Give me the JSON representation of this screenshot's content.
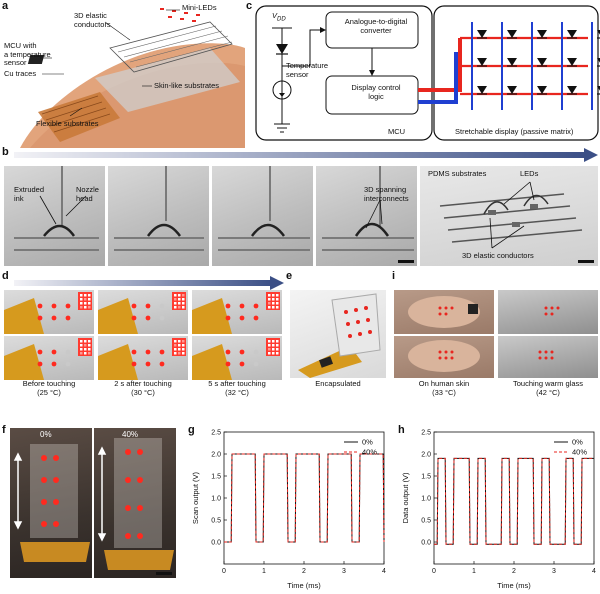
{
  "panel_letters": {
    "a": "a",
    "b": "b",
    "c": "c",
    "d": "d",
    "e": "e",
    "i": "i",
    "f": "f",
    "g": "g",
    "h": "h"
  },
  "panel_a": {
    "labels": {
      "mini_leds": "Mini-LEDs",
      "elastic": "3D elastic\nconductors",
      "mcu": "MCU with\na temperature\nsensor",
      "cu": "Cu traces",
      "skin": "Skin-like substrates",
      "flex": "Flexible substrates"
    }
  },
  "panel_c": {
    "vdd": "V",
    "vdd_sub": "DD",
    "adc": "Analogue-to-digital\nconverter",
    "temp": "Temperature\nsensor",
    "logic": "Display control\nlogic",
    "mcu": "MCU",
    "display": "Stretchable display (passive matrix)",
    "colors": {
      "row": "#e8261f",
      "col": "#1f3fd1",
      "diode": "#111111"
    }
  },
  "panel_b": {
    "extruded": "Extruded\nink",
    "nozzle": "Nozzle\nhead",
    "spanning": "3D spanning\ninterconnects",
    "pdms": "PDMS substrates",
    "leds": "LEDs",
    "conductors": "3D elastic conductors"
  },
  "panel_d": {
    "captions": [
      "Before touching\n(25 °C)",
      "2 s after touching\n(30 °C)",
      "5 s after touching\n(32 °C)"
    ]
  },
  "panel_e": {
    "caption": "Encapsulated"
  },
  "panel_i": {
    "captions": [
      "On human skin\n(33 °C)",
      "Touching warm glass\n(42 °C)"
    ]
  },
  "panel_f": {
    "labels": [
      "0%",
      "40%"
    ]
  },
  "chart_data": [
    {
      "panel": "g",
      "type": "line",
      "xlabel": "Time (ms)",
      "ylabel": "Scan output (V)",
      "xlim": [
        0,
        4
      ],
      "ylim": [
        -0.5,
        2.5
      ],
      "xticks": [
        0,
        1,
        2,
        3,
        4
      ],
      "yticks": [
        0.0,
        0.5,
        1.0,
        1.5,
        2.0,
        2.5
      ],
      "legend_position": "top-right",
      "series": [
        {
          "name": "0%",
          "color": "#111111",
          "dash": false,
          "x": [
            0,
            0.18,
            0.2,
            0.78,
            0.8,
            0.98,
            1.0,
            1.58,
            1.6,
            1.78,
            1.8,
            2.38,
            2.4,
            2.58,
            2.6,
            3.18,
            3.2,
            3.38,
            3.4,
            3.98,
            4.0
          ],
          "y": [
            0,
            0,
            2.0,
            2.0,
            0,
            0,
            2.0,
            2.0,
            0,
            0,
            2.0,
            2.0,
            0,
            0,
            2.0,
            2.0,
            0,
            0,
            2.0,
            2.0,
            0
          ]
        },
        {
          "name": "40%",
          "color": "#e8261f",
          "dash": true,
          "x": [
            0,
            0.18,
            0.2,
            0.78,
            0.8,
            0.98,
            1.0,
            1.58,
            1.6,
            1.78,
            1.8,
            2.38,
            2.4,
            2.58,
            2.6,
            3.18,
            3.2,
            3.38,
            3.4,
            3.98,
            4.0
          ],
          "y": [
            0,
            0,
            2.0,
            2.0,
            0,
            0,
            2.0,
            2.0,
            0,
            0,
            2.0,
            2.0,
            0,
            0,
            2.0,
            2.0,
            0,
            0,
            2.0,
            2.0,
            0
          ]
        }
      ]
    },
    {
      "panel": "h",
      "type": "line",
      "xlabel": "Time (ms)",
      "ylabel": "Data output (V)",
      "xlim": [
        0,
        4
      ],
      "ylim": [
        -0.5,
        2.5
      ],
      "xticks": [
        0,
        1,
        2,
        3,
        4
      ],
      "yticks": [
        0.0,
        0.5,
        1.0,
        1.5,
        2.0,
        2.5
      ],
      "legend_position": "top-right",
      "series": [
        {
          "name": "0%",
          "color": "#111111",
          "dash": false,
          "x": [
            0,
            0.08,
            0.1,
            0.28,
            0.3,
            0.48,
            0.5,
            0.88,
            0.9,
            1.08,
            1.1,
            1.28,
            1.3,
            1.68,
            1.7,
            1.88,
            1.9,
            2.08,
            2.1,
            2.48,
            2.5,
            2.68,
            2.7,
            2.88,
            2.9,
            3.28,
            3.3,
            3.48,
            3.5,
            3.68,
            3.7,
            4.0
          ],
          "y": [
            -0.05,
            -0.05,
            1.9,
            1.9,
            -0.05,
            -0.05,
            1.9,
            1.9,
            -0.05,
            -0.05,
            1.9,
            1.9,
            -0.05,
            -0.05,
            1.9,
            1.9,
            -0.05,
            -0.05,
            1.9,
            1.9,
            -0.05,
            -0.05,
            1.9,
            1.9,
            -0.05,
            -0.05,
            1.9,
            1.9,
            -0.05,
            -0.05,
            1.9,
            1.9
          ]
        },
        {
          "name": "40%",
          "color": "#e8261f",
          "dash": true,
          "x": [
            0,
            0.08,
            0.1,
            0.28,
            0.3,
            0.48,
            0.5,
            0.88,
            0.9,
            1.08,
            1.1,
            1.28,
            1.3,
            1.68,
            1.7,
            1.88,
            1.9,
            2.08,
            2.1,
            2.48,
            2.5,
            2.68,
            2.7,
            2.88,
            2.9,
            3.28,
            3.3,
            3.48,
            3.5,
            3.68,
            3.7,
            4.0
          ],
          "y": [
            -0.05,
            -0.05,
            1.9,
            1.9,
            -0.05,
            -0.05,
            1.9,
            1.9,
            -0.05,
            -0.05,
            1.9,
            1.9,
            -0.05,
            -0.05,
            1.9,
            1.9,
            -0.05,
            -0.05,
            1.9,
            1.9,
            -0.05,
            -0.05,
            1.9,
            1.9,
            -0.05,
            -0.05,
            1.9,
            1.9,
            -0.05,
            -0.05,
            1.9,
            1.9
          ]
        }
      ]
    }
  ]
}
